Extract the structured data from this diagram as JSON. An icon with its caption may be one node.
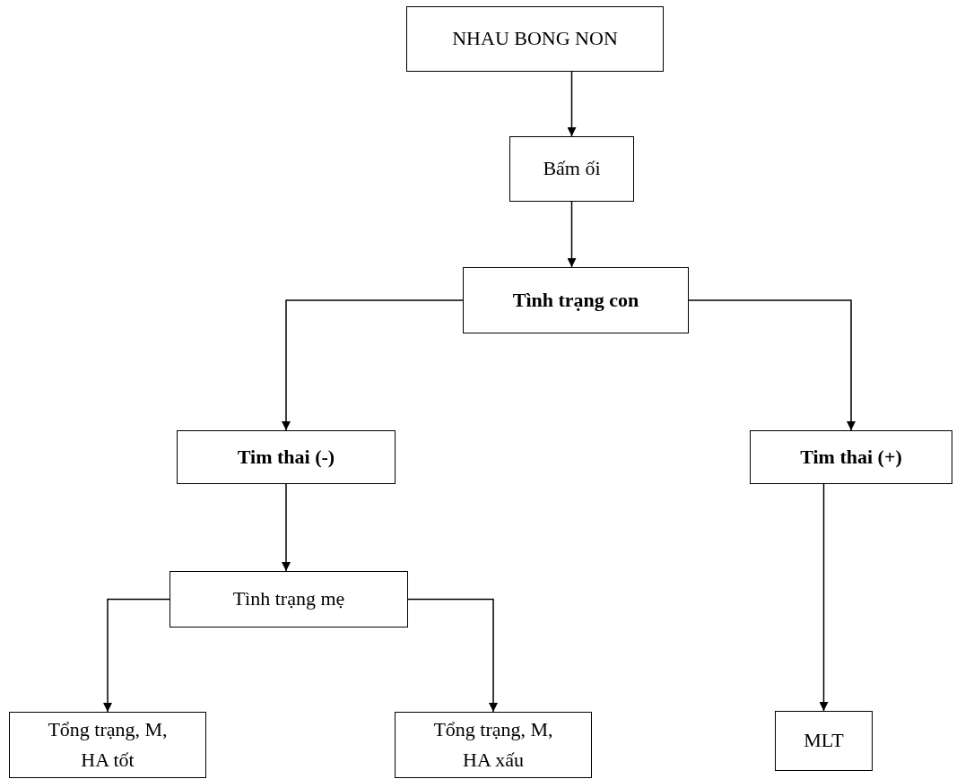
{
  "diagram": {
    "nodes": [
      {
        "text": [
          "NHAU BONG NON"
        ]
      },
      {
        "text": [
          "Bấm ối"
        ]
      },
      {
        "text": [
          "Tình trạng con"
        ]
      },
      {
        "text": [
          "Tim thai (-)"
        ]
      },
      {
        "text": [
          "Tim thai (+)"
        ]
      },
      {
        "text": [
          "Tình trạng mẹ"
        ]
      },
      {
        "text": [
          "Tổng trạng, M, HA tốt"
        ]
      },
      {
        "text": [
          "Tổng trạng, M, HA xấu"
        ]
      },
      {
        "text": [
          "MLT"
        ]
      }
    ],
    "edges": [
      {
        "from": 0,
        "to": 1,
        "arrow": "to"
      },
      {
        "from": 1,
        "to": 2,
        "arrow": "to"
      },
      {
        "from": 2,
        "to": 3,
        "arrow": "to"
      },
      {
        "from": 2,
        "to": 4,
        "arrow": "to"
      },
      {
        "from": 3,
        "to": 5,
        "arrow": "to"
      },
      {
        "from": 4,
        "to": 8,
        "arrow": "to"
      },
      {
        "from": 5,
        "to": 6,
        "arrow": "to"
      },
      {
        "from": 5,
        "to": 7,
        "arrow": "to"
      }
    ]
  }
}
